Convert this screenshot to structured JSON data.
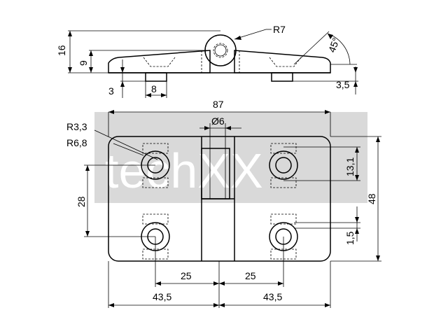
{
  "watermark": {
    "text": "techXX"
  },
  "dimensions": {
    "radius_knuckle": "R7",
    "angle": "45°",
    "height_total": "16",
    "height_leaf": "9",
    "depth": "3",
    "boss_width": "8",
    "offset": "3,5",
    "width_total": "87",
    "pin_dia": "Ø6",
    "hole_radius": "R3,3",
    "counterbore_radius": "R6,8",
    "vertical_pitch": "28",
    "total_height": "48",
    "hole_offset": "13,1",
    "small_offset": "1,5",
    "pitch_left": "25",
    "pitch_right": "25",
    "half_left": "43,5",
    "half_right": "43,5"
  }
}
